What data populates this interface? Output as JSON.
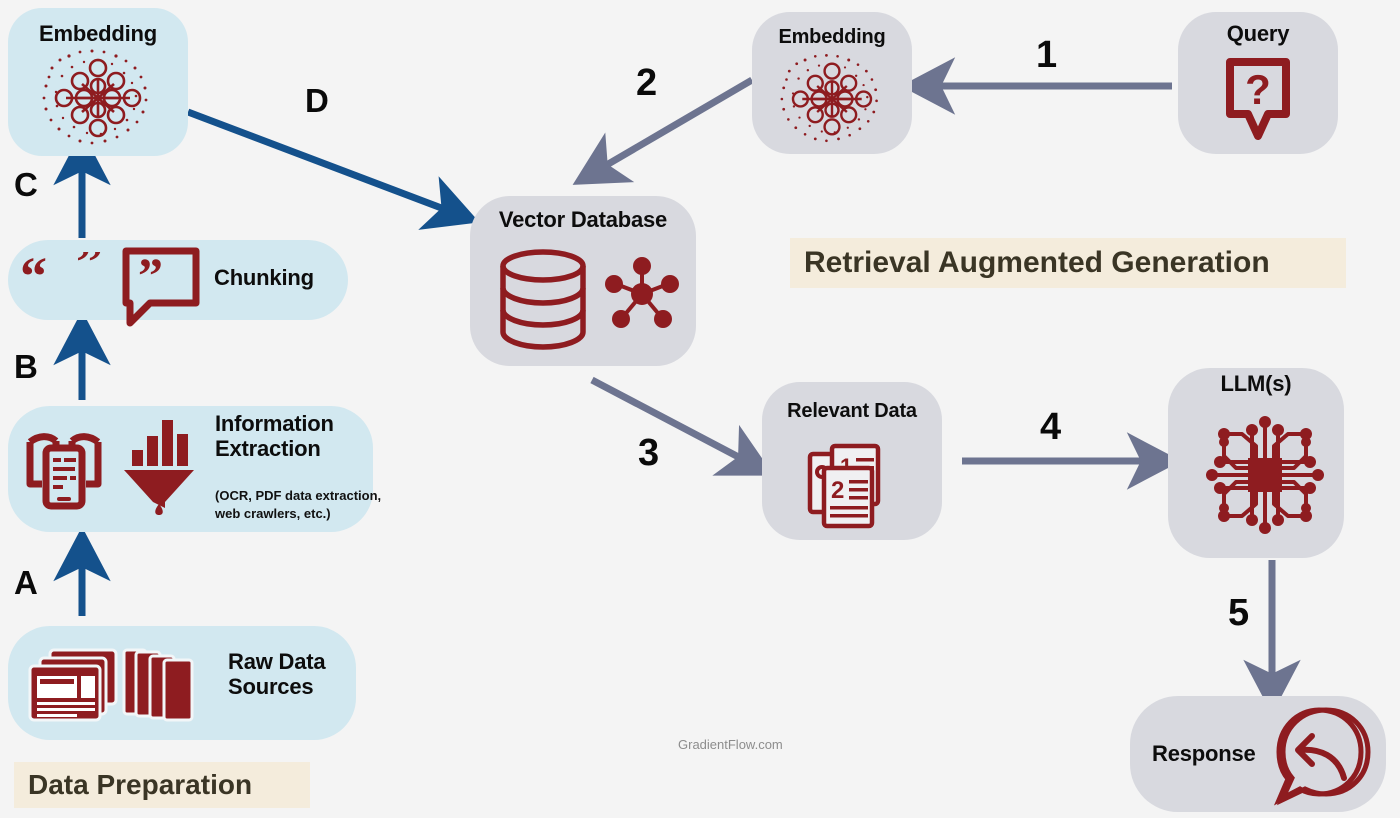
{
  "meta": {
    "watermark": "GradientFlow.com",
    "bg_color": "#f4f4f4",
    "blue_box_color": "#d2e8f0",
    "gray_box_color": "#d8d9df",
    "banner_color": "#f4ecdc",
    "icon_red": "#8e1c20",
    "dark_blue_arrow": "#14518c",
    "slate_arrow": "#6d7490"
  },
  "banners": {
    "rag": "Retrieval Augmented Generation",
    "data_prep": "Data Preparation"
  },
  "nodes": {
    "raw_data": {
      "label": "Raw Data\nSources",
      "icon": "documents-stack-icon"
    },
    "info_extraction": {
      "label": "Information\nExtraction",
      "note": "(OCR, PDF data extraction,\nweb crawlers, etc.)",
      "icon": "ocr-scan-icon",
      "icon2": "funnel-icon"
    },
    "chunking": {
      "label": "Chunking",
      "icon": "quote-bubble-icon"
    },
    "embedding_left": {
      "label": "Embedding",
      "icon": "embedding-lattice-icon"
    },
    "vector_db": {
      "label": "Vector Database",
      "icon": "database-cylinder-icon",
      "icon2": "node-graph-icon"
    },
    "query": {
      "label": "Query",
      "icon": "question-bubble-icon"
    },
    "embedding_right": {
      "label": "Embedding",
      "icon": "embedding-lattice-icon"
    },
    "relevant_data": {
      "label": "Relevant Data",
      "icon": "ranked-documents-icon"
    },
    "llm": {
      "label": "LLM(s)",
      "icon": "cpu-chip-icon"
    },
    "response": {
      "label": "Response",
      "icon": "reply-bubble-icon"
    }
  },
  "edge_labels": {
    "a": "A",
    "b": "B",
    "c": "C",
    "d": "D",
    "one": "1",
    "two": "2",
    "three": "3",
    "four": "4",
    "five": "5"
  }
}
